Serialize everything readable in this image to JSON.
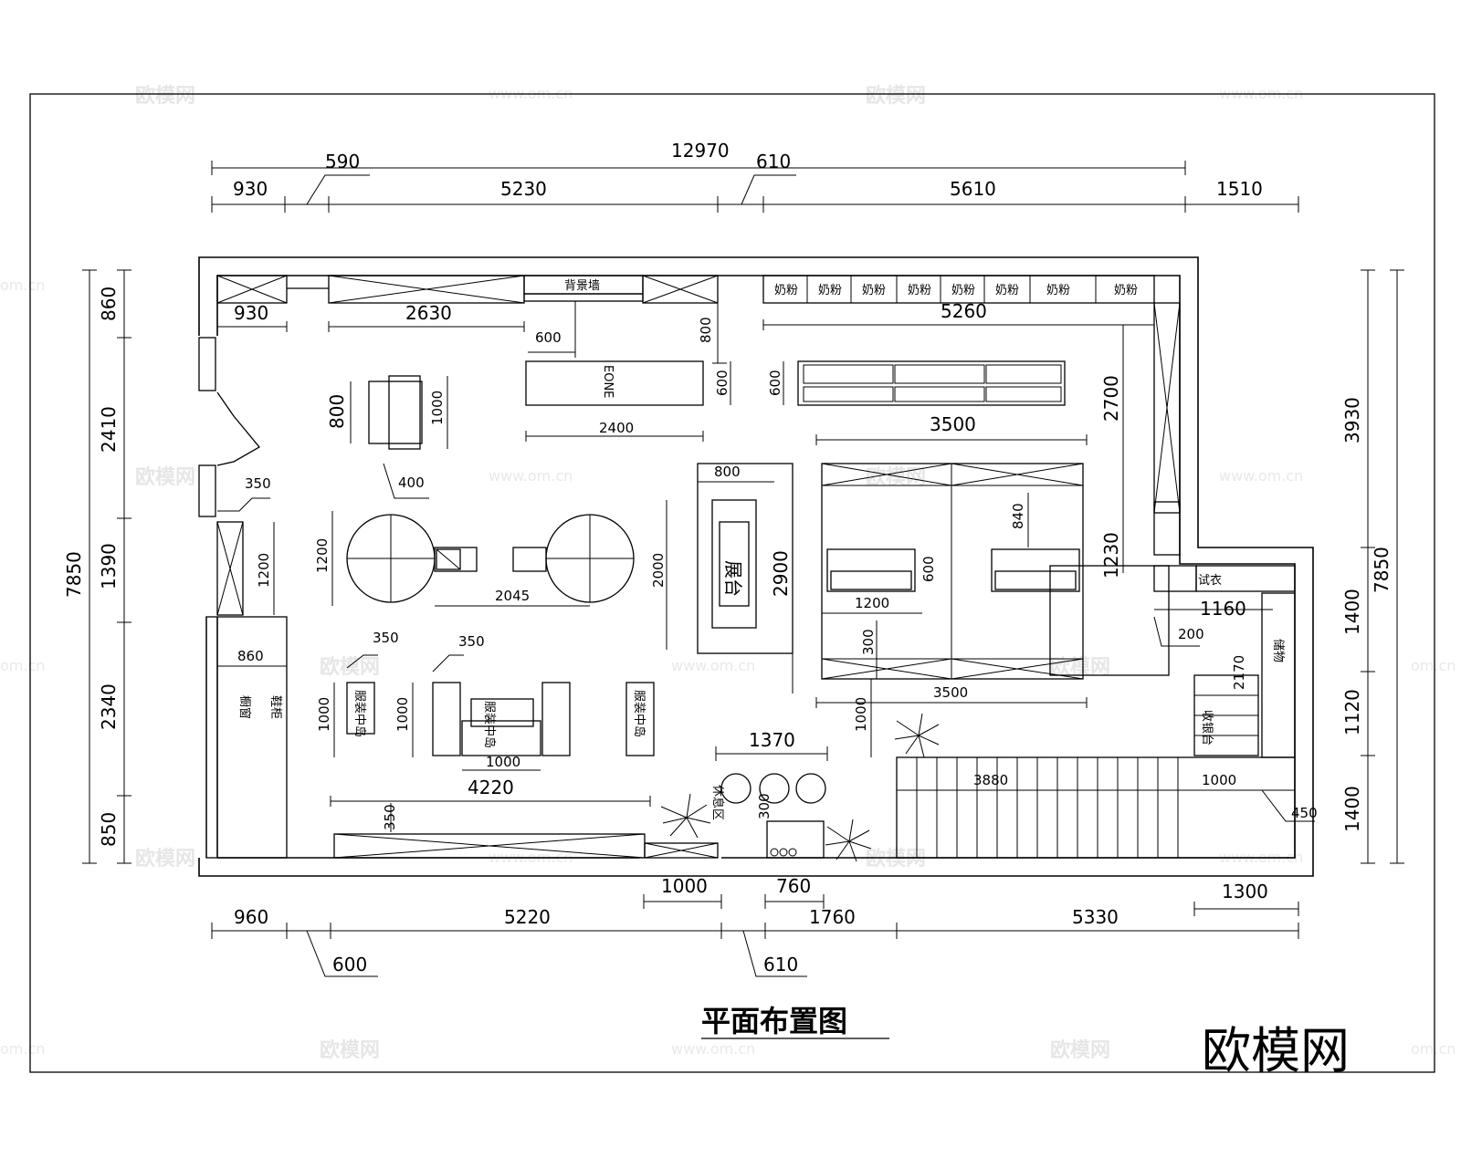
{
  "title": "平面布置图",
  "brand": "欧模网",
  "watermark": {
    "text": "欧模网",
    "url": "www.om.cn",
    "url_short": "om.cn"
  },
  "dimensions": {
    "top_total": "12970",
    "top_590": "590",
    "top_610": "610",
    "top_930": "930",
    "top_5230": "5230",
    "top_5610": "5610",
    "top_1510": "1510",
    "bottom_960": "960",
    "bottom_5220": "5220",
    "bottom_1760": "1760",
    "bottom_5330": "5330",
    "bottom_600": "600",
    "bottom_610": "610",
    "bottom_1000": "1000",
    "bottom_760": "760",
    "bottom_1300": "1300",
    "left_total": "7850",
    "left_860": "860",
    "left_2410": "2410",
    "left_1390": "1390",
    "left_2340": "2340",
    "left_850": "850",
    "right_3930": "3930",
    "right_total": "7850",
    "right_1400a": "1400",
    "right_1120": "1120",
    "right_1400b": "1400",
    "in_930": "930",
    "in_2630": "2630",
    "in_5260": "5260",
    "in_600": "600",
    "in_800": "800",
    "in_600b": "600",
    "in_600c": "600",
    "in_2400": "2400",
    "in_3500": "3500",
    "in_2700": "2700",
    "in_800s": "800",
    "in_1000s": "1000",
    "in_400": "400",
    "in_350a": "350",
    "in_1200": "1200",
    "in_1200c": "1200",
    "in_2045": "2045",
    "in_800t": "800",
    "in_2000": "2000",
    "in_2900": "2900",
    "in_840": "840",
    "in_600d": "600",
    "in_1200b": "1200",
    "in_1230": "1230",
    "in_1160": "1160",
    "in_200": "200",
    "in_300": "300",
    "in_3500b": "3500",
    "in_1000v": "1000",
    "in_2170": "2170",
    "in_860": "860",
    "in_350b": "350",
    "in_350c": "350",
    "in_1000a": "1000",
    "in_1000b": "1000",
    "in_1000c": "1000",
    "in_4220": "4220",
    "in_1370": "1370",
    "in_300b": "300",
    "in_350d": "350",
    "in_3880": "3880",
    "in_1000d": "1000",
    "in_450": "450"
  },
  "labels": {
    "back_cabinet": "背景墙",
    "counter": "EONE",
    "display_table": "展台",
    "clothing_rack_1": "服装中岛",
    "clothing_rack_2": "服装中岛",
    "clothing_rack_3": "服装中岛",
    "rest_area": "休息区",
    "fitting": "试衣",
    "shoe": "鞋柜",
    "storage": "储物",
    "cashier": "收银台",
    "milk1": "奶粉",
    "window": "橱窗"
  }
}
